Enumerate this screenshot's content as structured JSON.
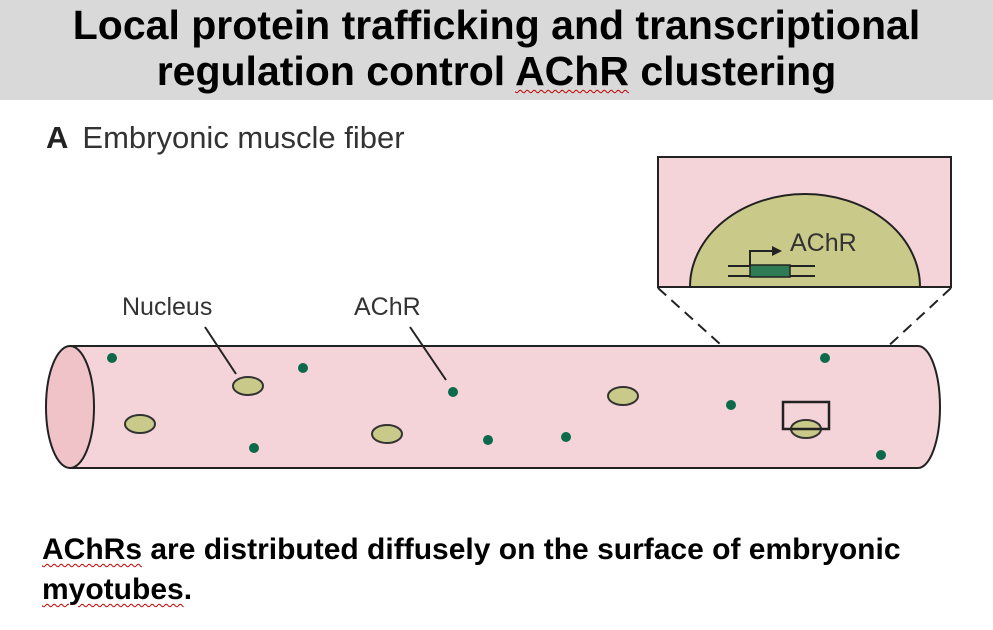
{
  "title": {
    "line1": "Local protein trafficking and transcriptional",
    "line2_pre": "regulation control ",
    "line2_term": "AChR",
    "line2_post": " clustering"
  },
  "panel": {
    "letter": "A",
    "label": "Embryonic muscle fiber"
  },
  "diagram": {
    "label_nucleus": "Nucleus",
    "label_achr": "AChR",
    "inset_label": "AChR"
  },
  "caption": {
    "term1": "AChRs",
    "mid": " are distributed diffusely on the surface of embryonic ",
    "term2": "myotubes",
    "end": "."
  },
  "colors": {
    "fiber_fill": "#f4d4d8",
    "fiber_end": "#efc3c8",
    "nucleus_fill": "#c9c98a",
    "achr_dot": "#0c6a4a",
    "gene_box": "#2e7b55",
    "title_bg": "#d9d9d9"
  }
}
